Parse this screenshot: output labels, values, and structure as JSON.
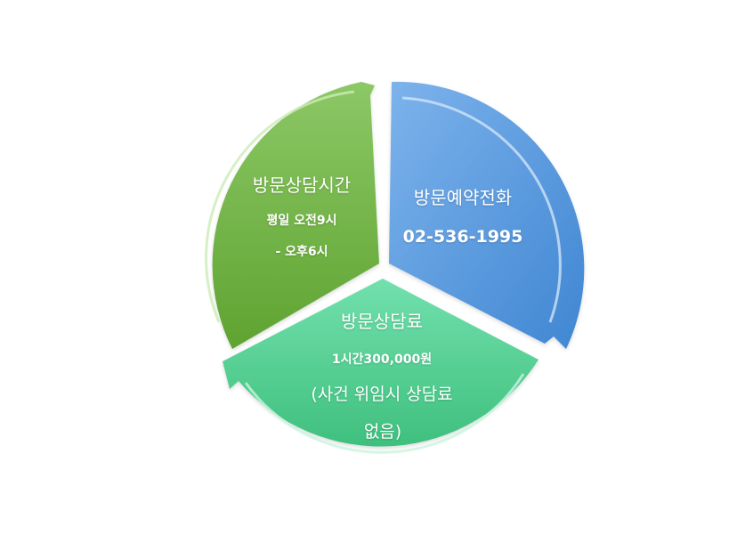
{
  "segments": [
    {
      "id": "hours",
      "title": "방문상담시간",
      "lines": [
        "평일 오전9시",
        "- 오후6시"
      ],
      "color_light": "#8CC866",
      "color_dark": "#5FA331"
    },
    {
      "id": "reservation",
      "title": "방문예약전화",
      "lines": [
        "02-536-1995"
      ],
      "color_light": "#7DB3EC",
      "color_dark": "#3F86D2"
    },
    {
      "id": "fee",
      "title": "방문상담료",
      "lines": [
        "1시간300,000원",
        "(사건 위임시 상담료",
        "없음)"
      ],
      "color_light": "#72E0AD",
      "color_dark": "#3FC07E"
    }
  ]
}
